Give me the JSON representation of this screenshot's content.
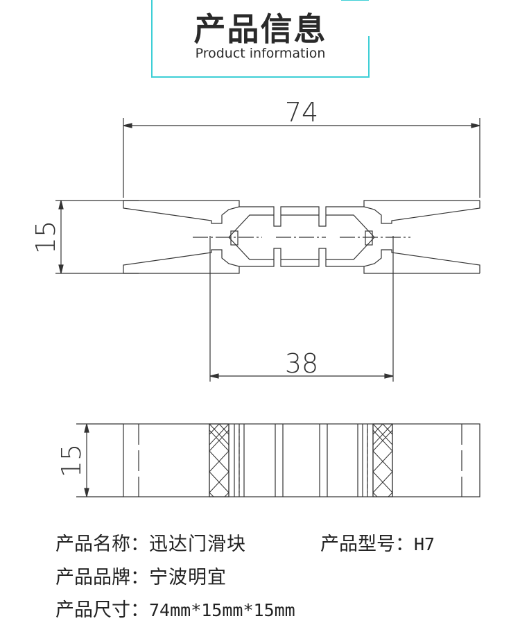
{
  "header": {
    "title": "产品信息",
    "subtitle": "Product information",
    "accent_color": "#3ecfd6"
  },
  "drawing": {
    "front_view": {
      "width_label": "74",
      "height_label": "15",
      "inner_width_label": "38"
    },
    "side_view": {
      "height_label": "15"
    }
  },
  "info": {
    "name_label": "产品名称：",
    "name_value": "迅达门滑块",
    "model_label": "产品型号：",
    "model_value": "H7",
    "brand_label": "产品品牌：",
    "brand_value": "宁波明宜",
    "size_label": "产品尺寸：",
    "size_value": "74mm*15mm*15mm"
  }
}
